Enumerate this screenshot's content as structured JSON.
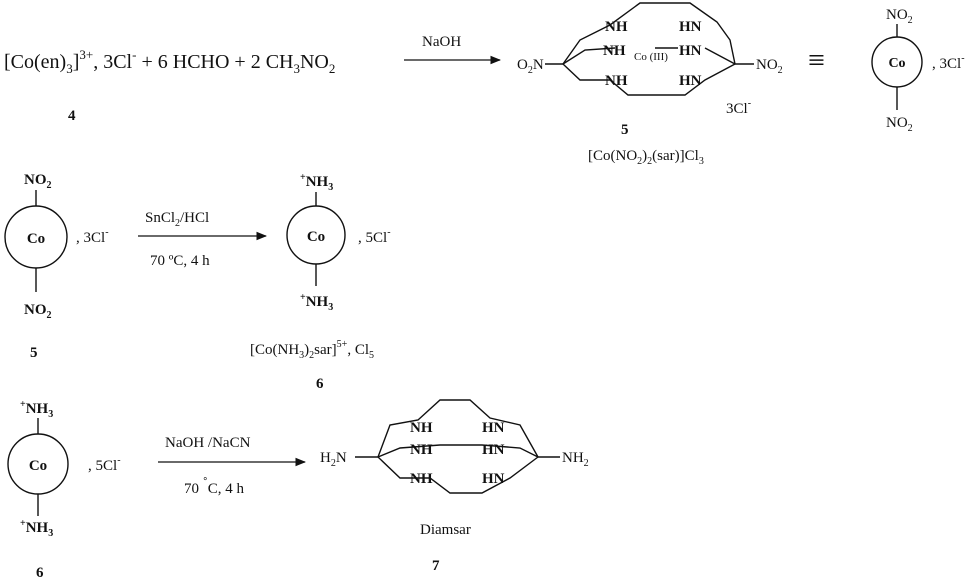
{
  "row1": {
    "reactants": {
      "complex_base": "[Co(en)",
      "complex_sub": "3",
      "complex_close": "]",
      "complex_sup": "3+",
      "chloride_pre": ", 3Cl",
      "chloride_sup": "-",
      "formaldehyde": " + 6 HCHO + 2 CH",
      "nitro_sub": "3",
      "nitro_tail": "NO",
      "nitro_sub2": "2"
    },
    "compound_label": "4",
    "reagent": "NaOH",
    "cage": {
      "nh": "NH",
      "hn": "HN",
      "metal": "Co (III)",
      "left_group": "O",
      "left_group_sub": "2",
      "left_group_tail": "N",
      "right_group": "NO",
      "right_group_sub": "2",
      "counterion": "3Cl",
      "counterion_sup": "-"
    },
    "compound_label_5": "5",
    "formula_5": {
      "p1": "[Co(NO",
      "s1": "2",
      "p2": ")",
      "s2": "2",
      "p3": "(sar)]Cl",
      "s3": "3"
    },
    "equiv": "≡",
    "circle": {
      "metal": "Co",
      "top": "NO",
      "top_sub": "2",
      "bottom": "NO",
      "bottom_sub": "2",
      "counterion": ", 3Cl",
      "counterion_sup": "-"
    }
  },
  "row2": {
    "left_circle": {
      "metal": "Co",
      "top": "NO",
      "top_sub": "2",
      "bottom": "NO",
      "bottom_sub": "2",
      "counterion": ", 3Cl",
      "counterion_sup": "-"
    },
    "compound_label": "5",
    "reagent_top_a": "SnCl",
    "reagent_top_sub": "2",
    "reagent_top_b": "/HCl",
    "reagent_bottom": "70 ºC, 4 h",
    "right_circle": {
      "metal": "Co",
      "top_sup": "+",
      "top": "NH",
      "top_sub": "3",
      "bottom_sup": "+",
      "bottom": "NH",
      "bottom_sub": "3",
      "counterion": ", 5Cl",
      "counterion_sup": "-"
    },
    "formula_6": {
      "p1": "[Co(NH",
      "s1": "3",
      "p2": ")",
      "s2": "2",
      "p3": "sar]",
      "sup": "5+",
      "p4": ", Cl",
      "s4": "5"
    },
    "compound_label_6": "6"
  },
  "row3": {
    "left_circle": {
      "metal": "Co",
      "top_sup": "+",
      "top": "NH",
      "top_sub": "3",
      "bottom_sup": "+",
      "bottom": "NH",
      "bottom_sub": "3",
      "counterion": ", 5Cl",
      "counterion_sup": "-"
    },
    "compound_label": "6",
    "reagent_top": "NaOH /NaCN",
    "reagent_bottom_a": "70 ",
    "reagent_bottom_deg": "˚",
    "reagent_bottom_b": "C, 4 h",
    "cage": {
      "nh": "NH",
      "hn": "HN",
      "left_group": "H",
      "left_group_sub": "2",
      "left_group_tail": "N",
      "right_group": "NH",
      "right_group_sub": "2"
    },
    "name": "Diamsar",
    "compound_label_7": "7"
  }
}
